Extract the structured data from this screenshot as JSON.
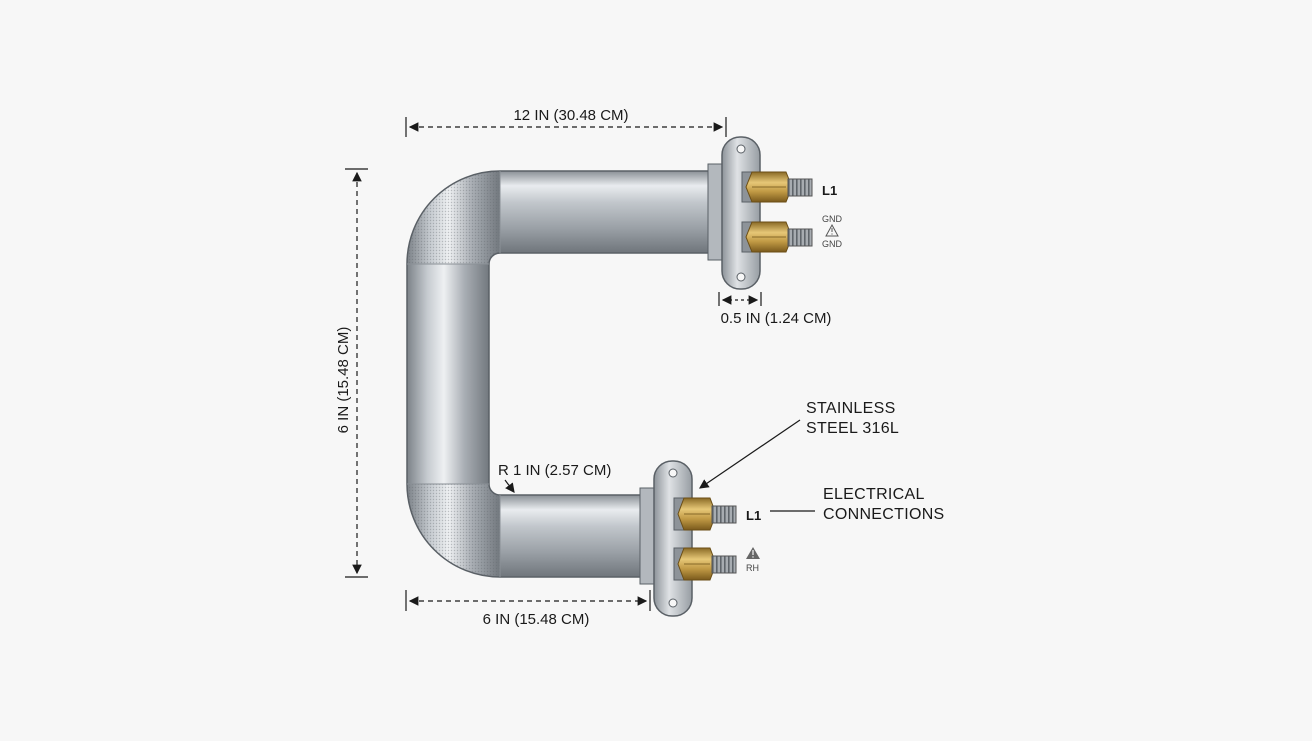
{
  "dimensions": {
    "top_length": "12 IN (30.48 CM)",
    "height": "6 IN (15.48 CM)",
    "bottom_length": "6 IN (15.48 CM)",
    "flange_thickness": "0.5 IN (1.24 CM)",
    "bend_radius": "R 1 IN (2.57 CM)"
  },
  "labels": {
    "material_line1": "STAINLESS",
    "material_line2": "STEEL 316L",
    "electrical_line1": "ELECTRICAL",
    "electrical_line2": "CONNECTIONS"
  },
  "terminals": {
    "top_l1": "L1",
    "top_gnd_a": "GND",
    "top_gnd_b": "GND",
    "bottom_l1": "L1",
    "bottom_rh": "RH"
  },
  "colors": {
    "steel": "#b9bec4",
    "brass": "#c8a04a",
    "line": "#1a1a1a"
  },
  "icons": [
    "warning-triangle-icon",
    "hex-nut-icon",
    "threaded-stud-icon"
  ]
}
